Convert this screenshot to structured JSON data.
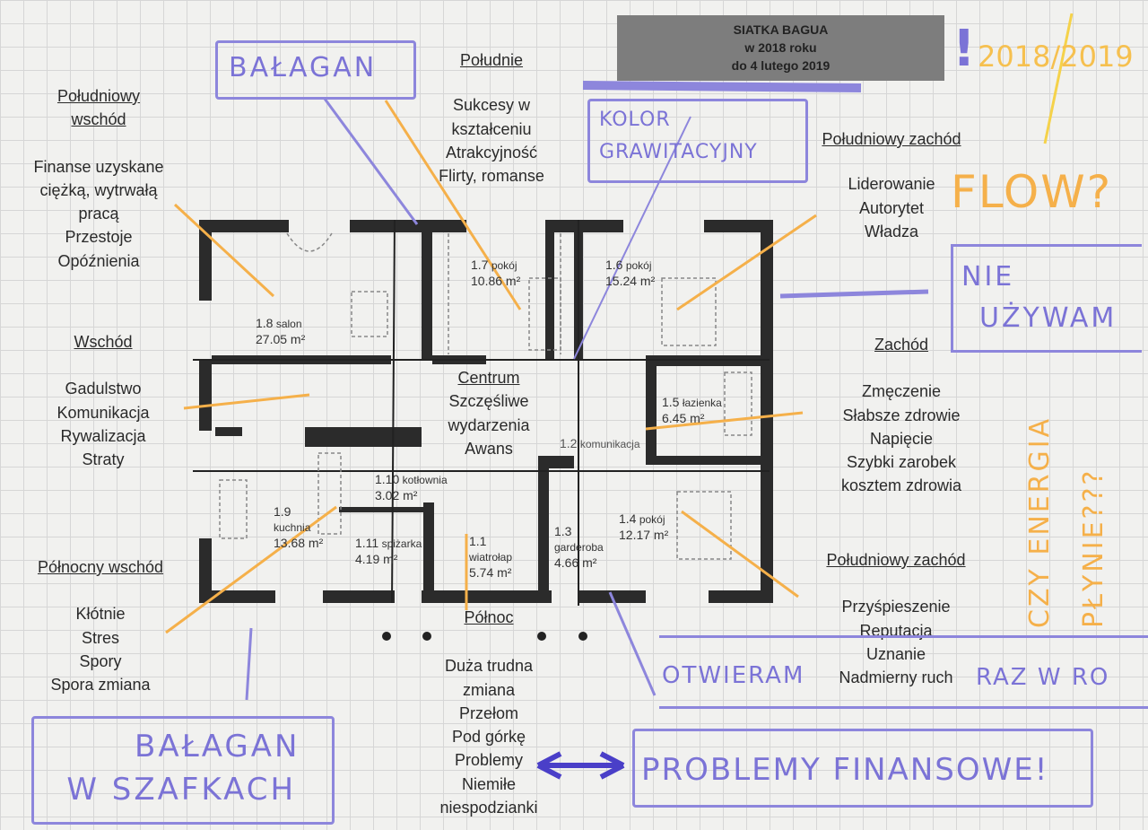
{
  "header": {
    "title_lines": [
      "SIATKA BAGUA",
      "w 2018 roku",
      "do 4 lutego 2019"
    ]
  },
  "zones": {
    "south": {
      "title": "Południe",
      "items": [
        "Sukcesy w",
        "kształceniu",
        "Atrakcyjność",
        "Flirty, romanse"
      ]
    },
    "southeast": {
      "title_lines": [
        "Południowy",
        "wschód"
      ],
      "items": [
        "Finanse uzyskane",
        "ciężką, wytrwałą",
        "pracą",
        "Przestoje",
        "Opóźnienia"
      ]
    },
    "east": {
      "title": "Wschód",
      "items": [
        "Gadulstwo",
        "Komunikacja",
        "Rywalizacja",
        "Straty"
      ]
    },
    "northeast": {
      "title": "Północny wschód",
      "items": [
        "Kłótnie",
        "Stres",
        "Spory",
        "Spora zmiana"
      ]
    },
    "north": {
      "title": "Północ",
      "items": [
        "Duża trudna",
        "zmiana",
        "Przełom",
        "Pod górkę",
        "Problemy",
        "Niemiłe",
        "niespodzianki"
      ]
    },
    "southwest_top": {
      "title": "Południowy zachód",
      "items": [
        "Liderowanie",
        "Autorytet",
        "Władza"
      ]
    },
    "west": {
      "title": "Zachód",
      "items": [
        "Zmęczenie",
        "Słabsze zdrowie",
        "Napięcie",
        "Szybki zarobek",
        "kosztem zdrowia"
      ]
    },
    "southwest_bottom": {
      "title": "Południowy zachód",
      "items": [
        "Przyśpieszenie",
        "Reputacja",
        "Uznanie",
        "Nadmierny ruch"
      ]
    },
    "center": {
      "title": "Centrum",
      "items": [
        "Szczęśliwe",
        "wydarzenia",
        "Awans"
      ]
    }
  },
  "rooms": [
    {
      "num": "1.7",
      "name": "pokój",
      "area": "10.86 m²"
    },
    {
      "num": "1.6",
      "name": "pokój",
      "area": "15.24 m²"
    },
    {
      "num": "1.8",
      "name": "salon",
      "area": "27.05 m²"
    },
    {
      "num": "1.2",
      "name": "komunikacja",
      "area": ""
    },
    {
      "num": "1.5",
      "name": "łazienka",
      "area": "6.45 m²"
    },
    {
      "num": "1.10",
      "name": "kotłownia",
      "area": "3.02 m²"
    },
    {
      "num": "1.9",
      "name": "kuchnia",
      "area": "13.68 m²"
    },
    {
      "num": "1.11",
      "name": "spiżarka",
      "area": "4.19 m²"
    },
    {
      "num": "1.1",
      "name": "wiatrołap",
      "area": "5.74 m²"
    },
    {
      "num": "1.3",
      "name": "garderoba",
      "area": "4.66 m²"
    },
    {
      "num": "1.4",
      "name": "pokój",
      "area": "12.17 m²"
    }
  ],
  "handwriting": {
    "balagan": "BAŁAGAN",
    "kolor": [
      "KOLOR",
      "GRAWITACYJNY"
    ],
    "years": "2018/2019",
    "exclaim": "!",
    "flow": "FLOW?",
    "nie_uzywam": [
      "NIE",
      "UŻYWAM"
    ],
    "energia": [
      "CZY ENERGIA",
      "PŁYNIE???"
    ],
    "otwieram": "OTWIERAM",
    "raz_w_roku": "RAZ W RO",
    "szafki": [
      "BAŁAGAN",
      "W SZAFKACH"
    ],
    "finanse": "PROBLEMY FINANSOWE!"
  },
  "colors": {
    "pen_purple": "#7b73d6",
    "marker_orange": "#f5b04a",
    "wall": "#2b2b2b"
  }
}
